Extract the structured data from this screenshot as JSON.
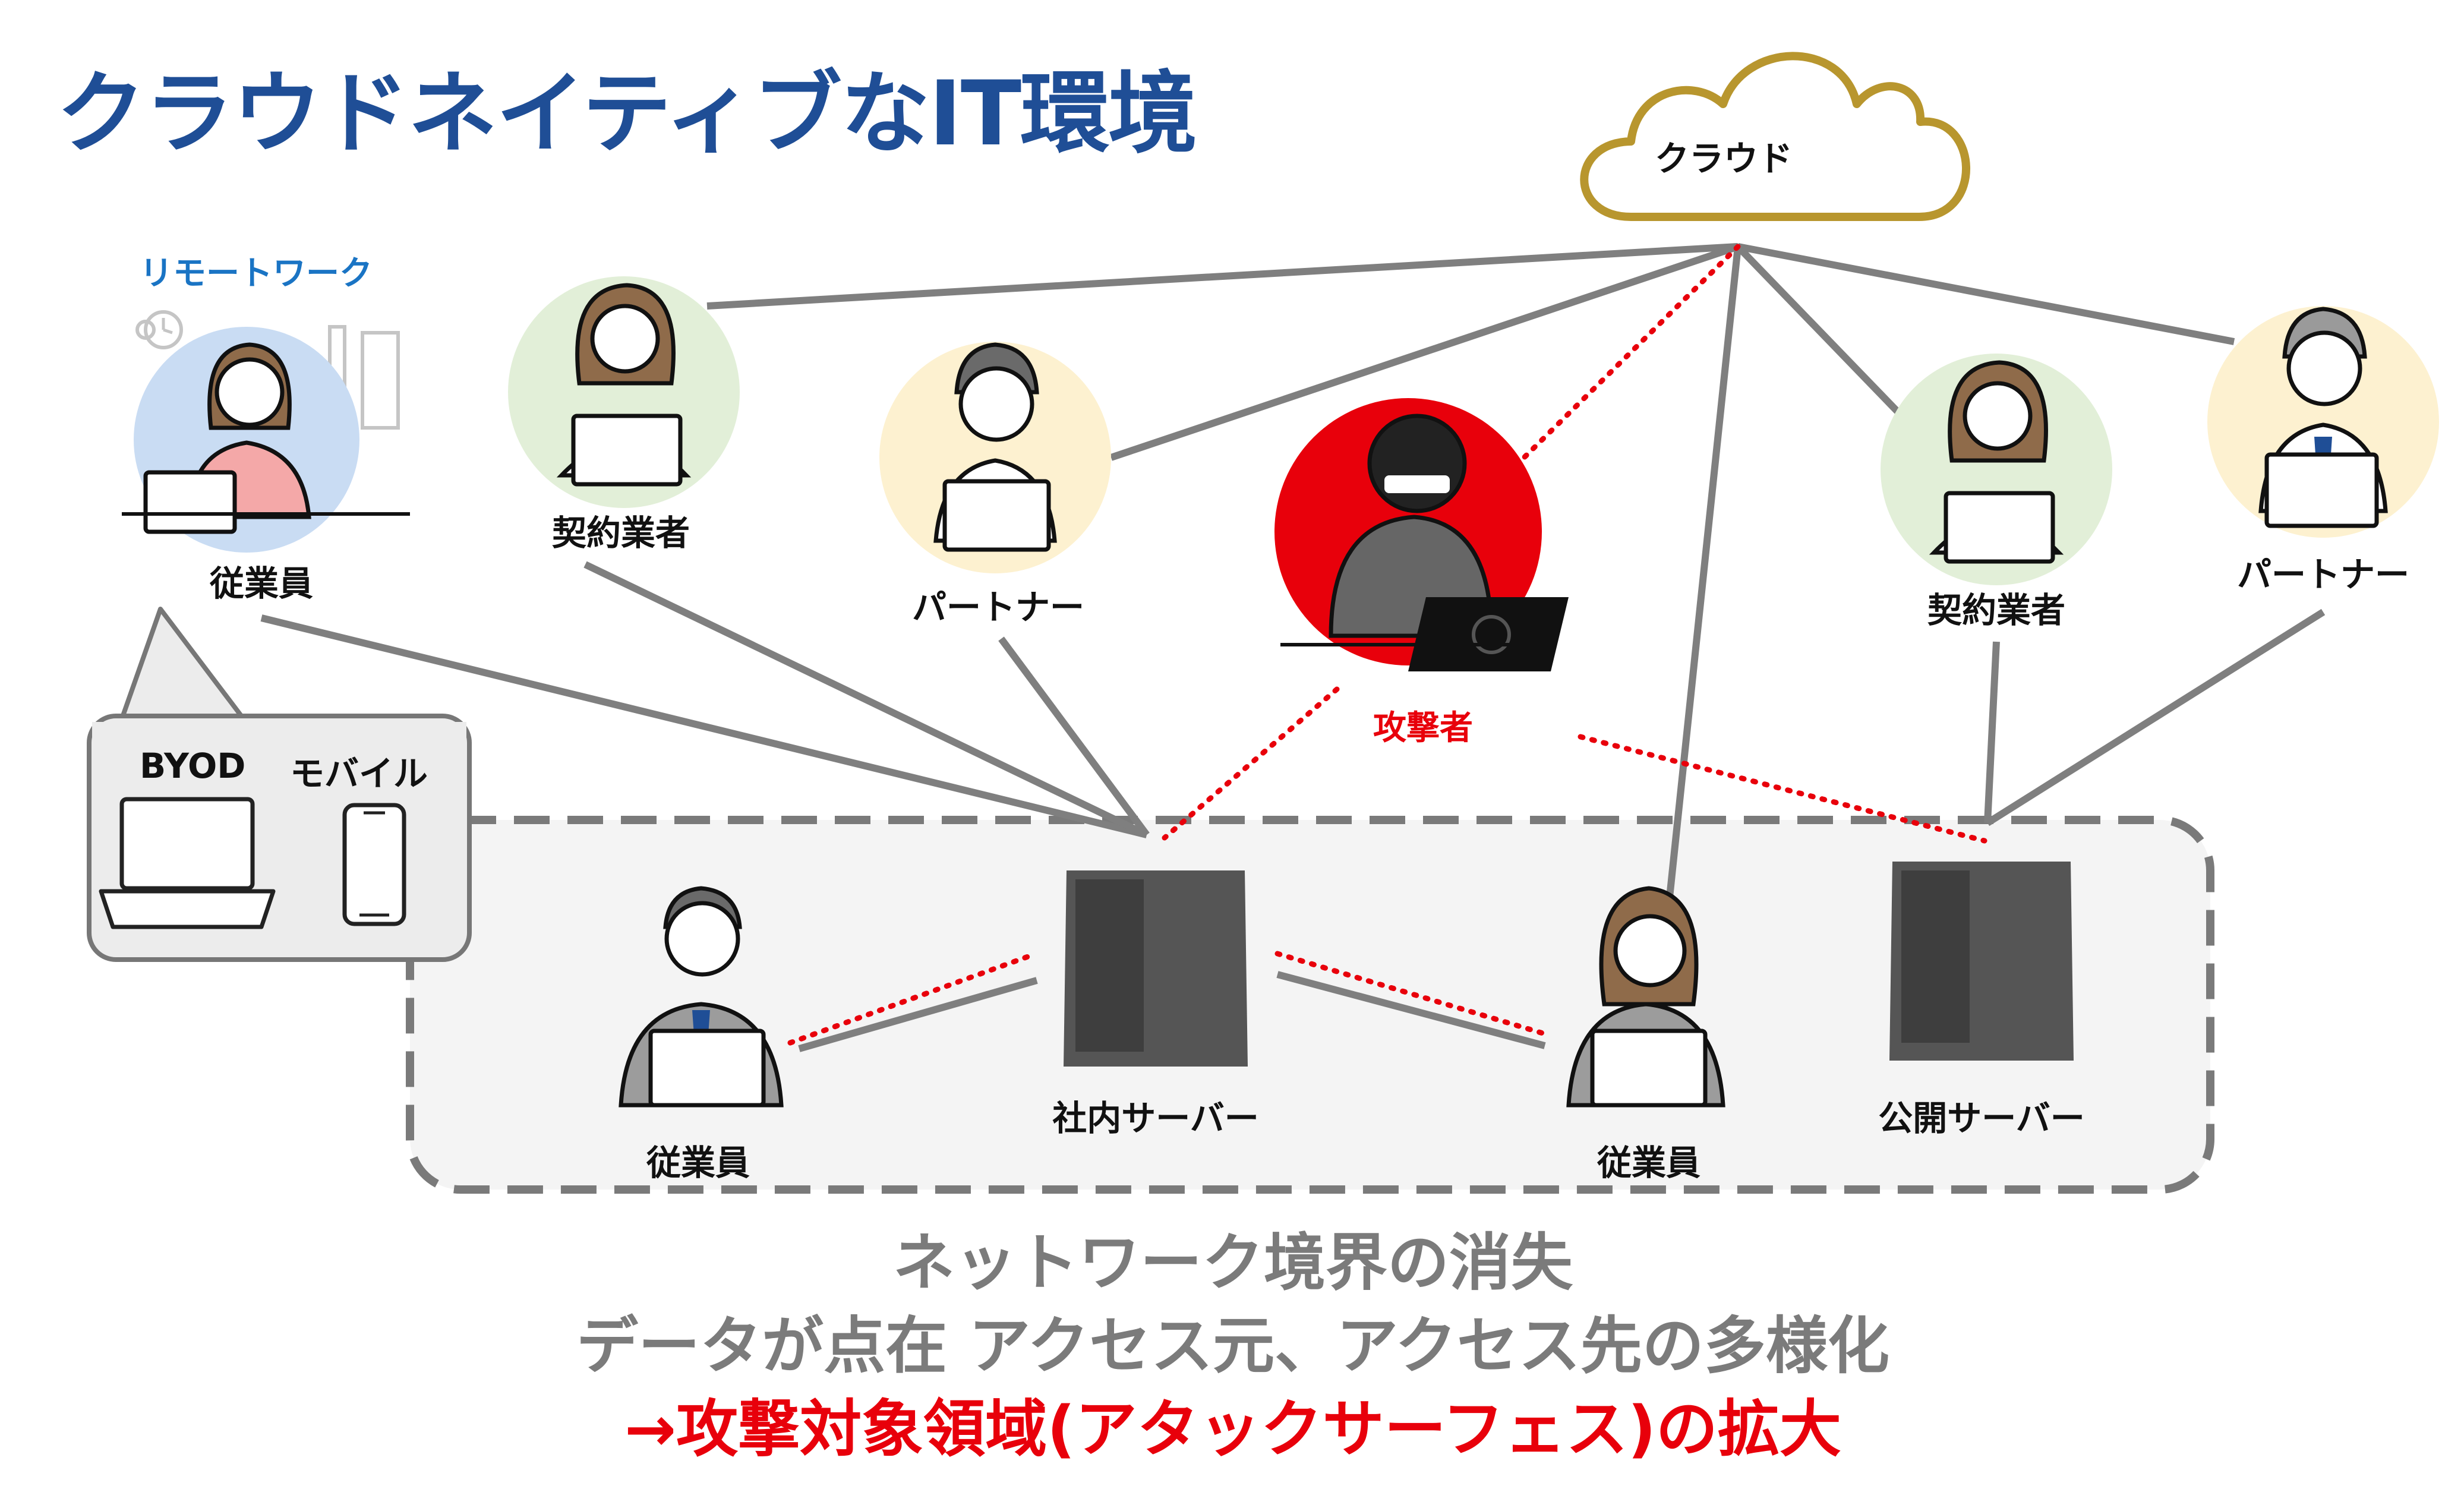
{
  "title": "クラウドネイティブなIT環境",
  "cloud": {
    "label": "クラウド"
  },
  "remote": {
    "heading": "リモートワーク",
    "employee_label": "従業員",
    "bubble": {
      "byod": "BYOD",
      "mobile": "モバイル"
    }
  },
  "people": {
    "contractor_left": "契約業者",
    "partner_left": "パートナー",
    "attacker": "攻撃者",
    "contractor_right": "契約業者",
    "partner_right": "パートナー"
  },
  "network": {
    "employee_left": "従業員",
    "internal_server": "社内サーバー",
    "employee_right": "従業員",
    "public_server": "公開サーバー"
  },
  "footer": {
    "line1": "ネットワーク境界の消失",
    "line2": "データが点在 アクセス元、アクセス先の多様化",
    "line3": "→攻撃対象領域(アタックサーフェス)の拡大"
  },
  "colors": {
    "title_blue": "#1f4e96",
    "remote_blue": "#1a74c4",
    "attack_red": "#e8000b",
    "line_grey": "#7f7f7f",
    "cloud_gold": "#b8962e",
    "circle_green": "#e2efd8",
    "circle_yellow": "#fdf1d0",
    "circle_blue": "#c9dcf3",
    "server_dark": "#555555"
  }
}
